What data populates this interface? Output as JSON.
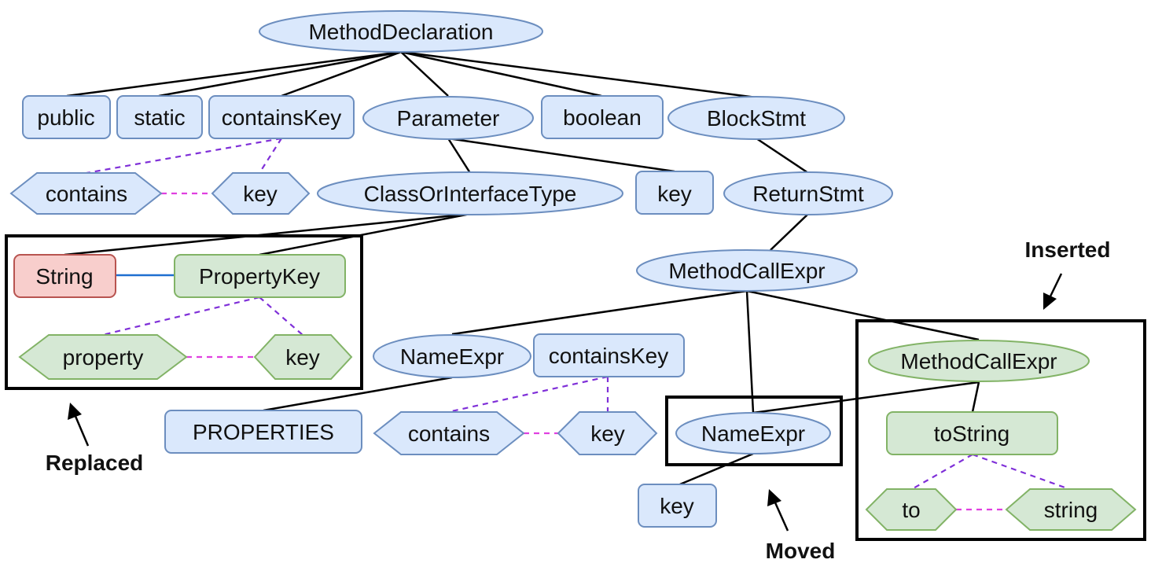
{
  "colors": {
    "blue_fill": "#dae8fc",
    "blue_stroke": "#6c8ebf",
    "green_fill": "#d5e8d4",
    "green_stroke": "#82b366",
    "red_fill": "#f8cecc",
    "red_stroke": "#b85450",
    "edge": "#000000",
    "purple_dash": "#7f2fd8",
    "pink_dash": "#e040e0",
    "blue_link": "#1f6fd0"
  },
  "nodes": {
    "method_declaration": "MethodDeclaration",
    "public_kw": "public",
    "static_kw": "static",
    "contains_key_name": "containsKey",
    "parameter": "Parameter",
    "boolean_type": "boolean",
    "block_stmt": "BlockStmt",
    "contains_token": "contains",
    "key_token": "key",
    "class_or_interface_type": "ClassOrInterfaceType",
    "param_key": "key",
    "return_stmt": "ReturnStmt",
    "string_type": "String",
    "property_key_type": "PropertyKey",
    "property_token": "property",
    "property_key_token": "key",
    "method_call_expr": "MethodCallExpr",
    "name_expr_left": "NameExpr",
    "contains_key_call": "containsKey",
    "inserted_method_call_expr": "MethodCallExpr",
    "properties_name": "PROPERTIES",
    "call_contains_token": "contains",
    "call_key_token": "key",
    "moved_name_expr": "NameExpr",
    "to_string_name": "toString",
    "arg_key": "key",
    "to_token": "to",
    "string_token": "string"
  },
  "annotations": {
    "inserted": "Inserted",
    "replaced": "Replaced",
    "moved": "Moved"
  }
}
